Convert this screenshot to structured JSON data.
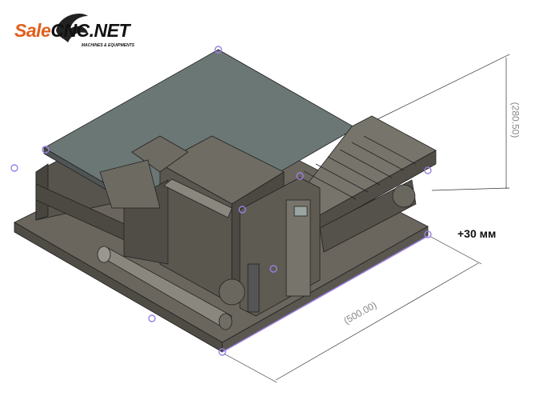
{
  "logo": {
    "brand_part1": "Sale",
    "brand_part2": "CNC.NET",
    "tagline": "MACHINES & EQUIPMENTS"
  },
  "dimensions": {
    "height": "(280.50)",
    "width": "(500.00)"
  },
  "annotation": "+30 мм",
  "colors": {
    "body": "#5e5a52",
    "top_plate": "#6b7775",
    "highlight": "#9b7fe0",
    "logo_orange": "#e0601c"
  }
}
